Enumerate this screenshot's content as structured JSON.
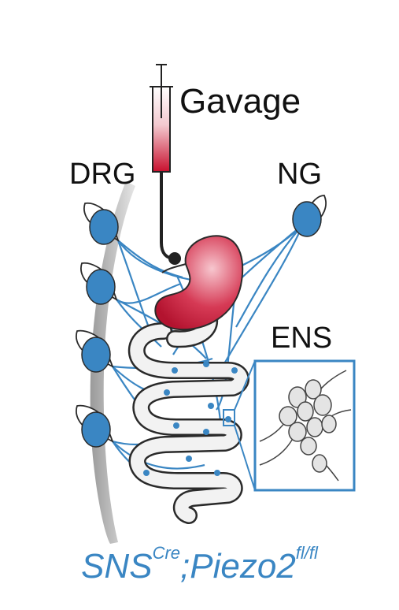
{
  "labels": {
    "gavage": "Gavage",
    "drg": "DRG",
    "ng": "NG",
    "ens": "ENS"
  },
  "genotype": {
    "base1": "SNS",
    "sup1": "Cre",
    "sep": ";",
    "base2": "Piezo2",
    "sup2": "fl/fl"
  },
  "colors": {
    "neuron_blue": "#3a86c3",
    "stomach_red": "#c8102e",
    "outline": "#2a2a2a",
    "spine_gray": "#c8c8c8"
  },
  "icons": [
    "syringe-icon",
    "stomach-icon",
    "intestine-icon",
    "neuron-icon",
    "spinal-cord-icon",
    "ens-inset-icon"
  ]
}
